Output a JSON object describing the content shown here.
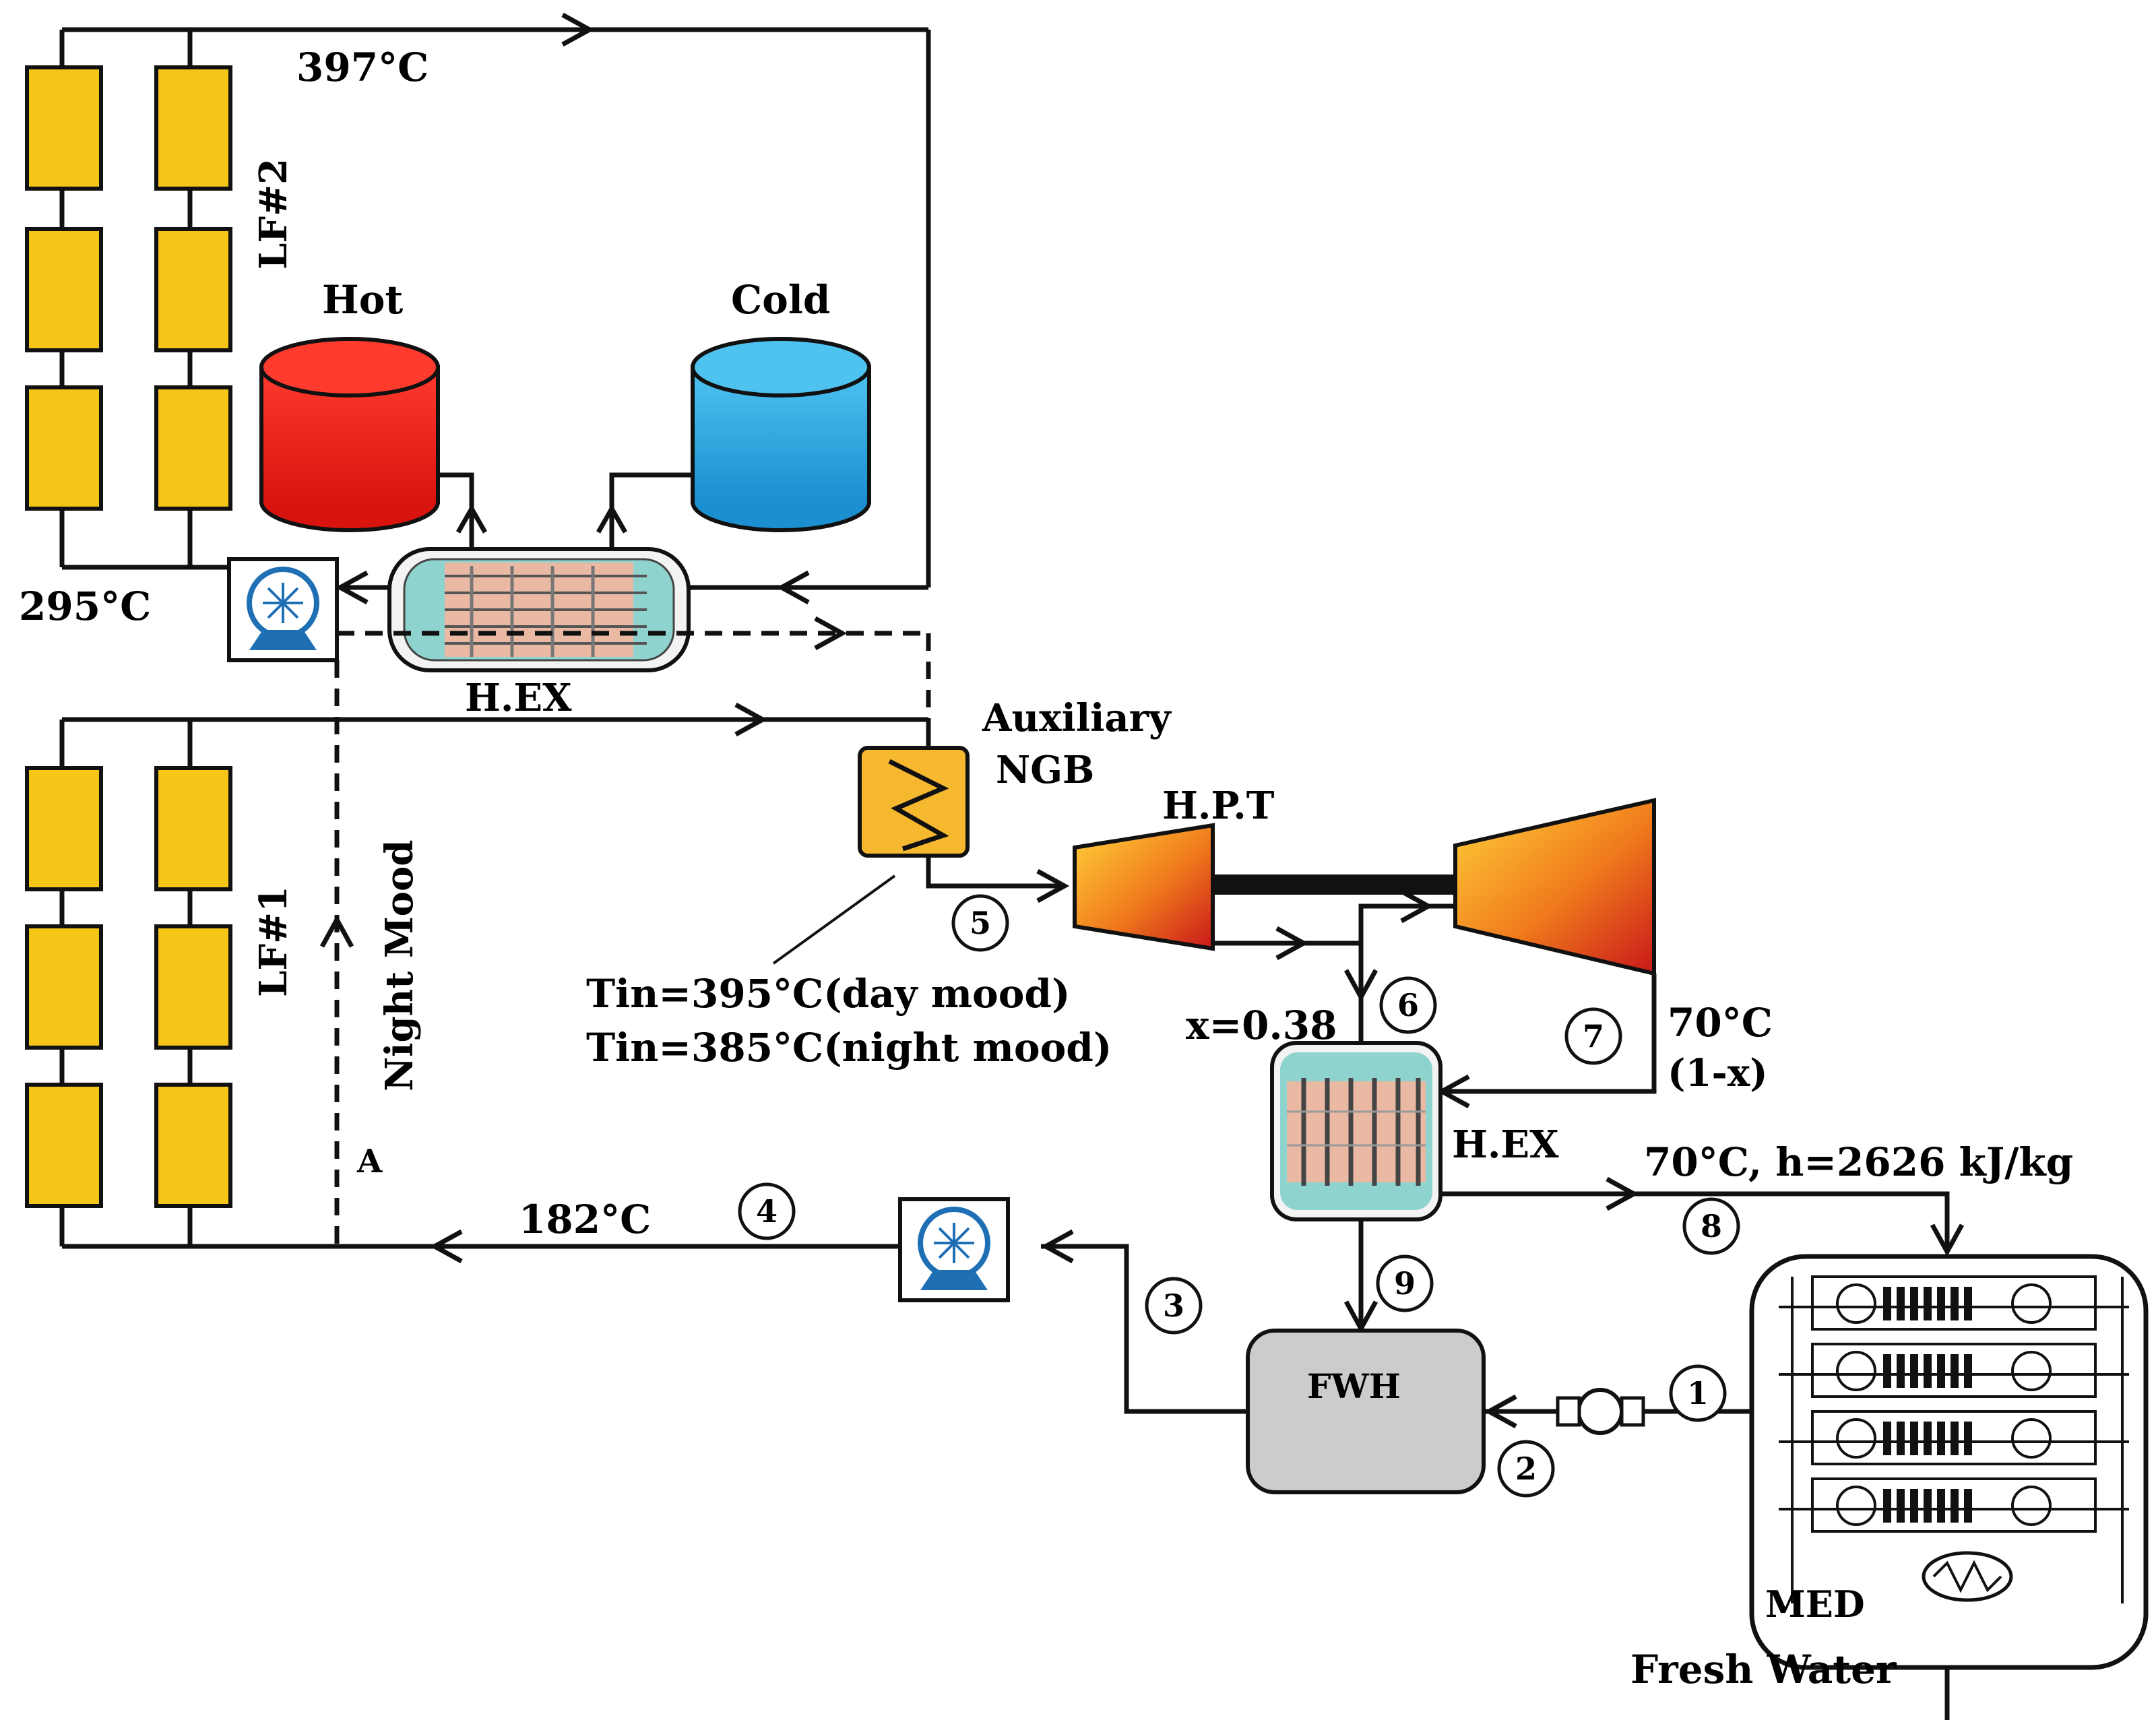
{
  "labels": {
    "t397": "397°C",
    "lf2": "LF#2",
    "hot": "Hot",
    "cold": "Cold",
    "t295": "295°C",
    "hex_top": "H.EX",
    "aux1": "Auxiliary",
    "aux2": "NGB",
    "hpt": "H.P.T",
    "lf1": "LF#1",
    "night_mood": "Night Mood",
    "point_a": "A",
    "tin_day": "Tin=395°C(day mood)",
    "tin_night": "Tin=385°C(night mood)",
    "x_frac": "x=0.38",
    "t70_top": "70°C",
    "one_minus_x": "(1-x)",
    "hex_mid": "H.EX",
    "t70_h": "70°C, h=2626 kJ/kg",
    "t182": "182°C",
    "fwh": "FWH",
    "med": "MED",
    "fresh_water": "Fresh Water"
  },
  "state_points": {
    "p1": "1",
    "p2": "2",
    "p3": "3",
    "p4": "4",
    "p5": "5",
    "p6": "6",
    "p7": "7",
    "p8": "8",
    "p9": "9"
  },
  "colors": {
    "solar_panel": "#f5c518",
    "hot_tank": "#e8231a",
    "cold_tank": "#2aa6e0",
    "heat_exchanger": "#8fd3cf",
    "turbine": "#e8641a",
    "fwh": "#cccccc"
  },
  "icons": {
    "pump": "pump-icon",
    "boiler_coil": "heater-coil-icon"
  }
}
